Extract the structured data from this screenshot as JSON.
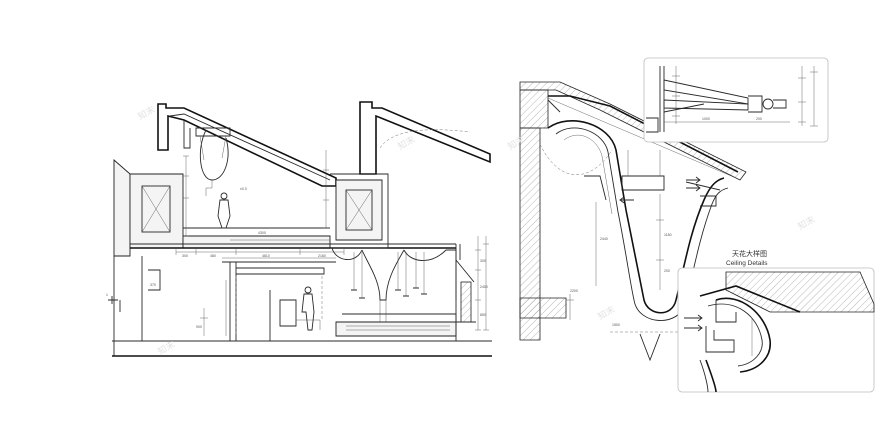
{
  "detail_label": {
    "cn": "天花大样图",
    "en": "Ceiling Details"
  },
  "watermark": "知末",
  "colors": {
    "line": "#2a2a2a",
    "background": "#ffffff",
    "frame": "#bdbdbd"
  }
}
